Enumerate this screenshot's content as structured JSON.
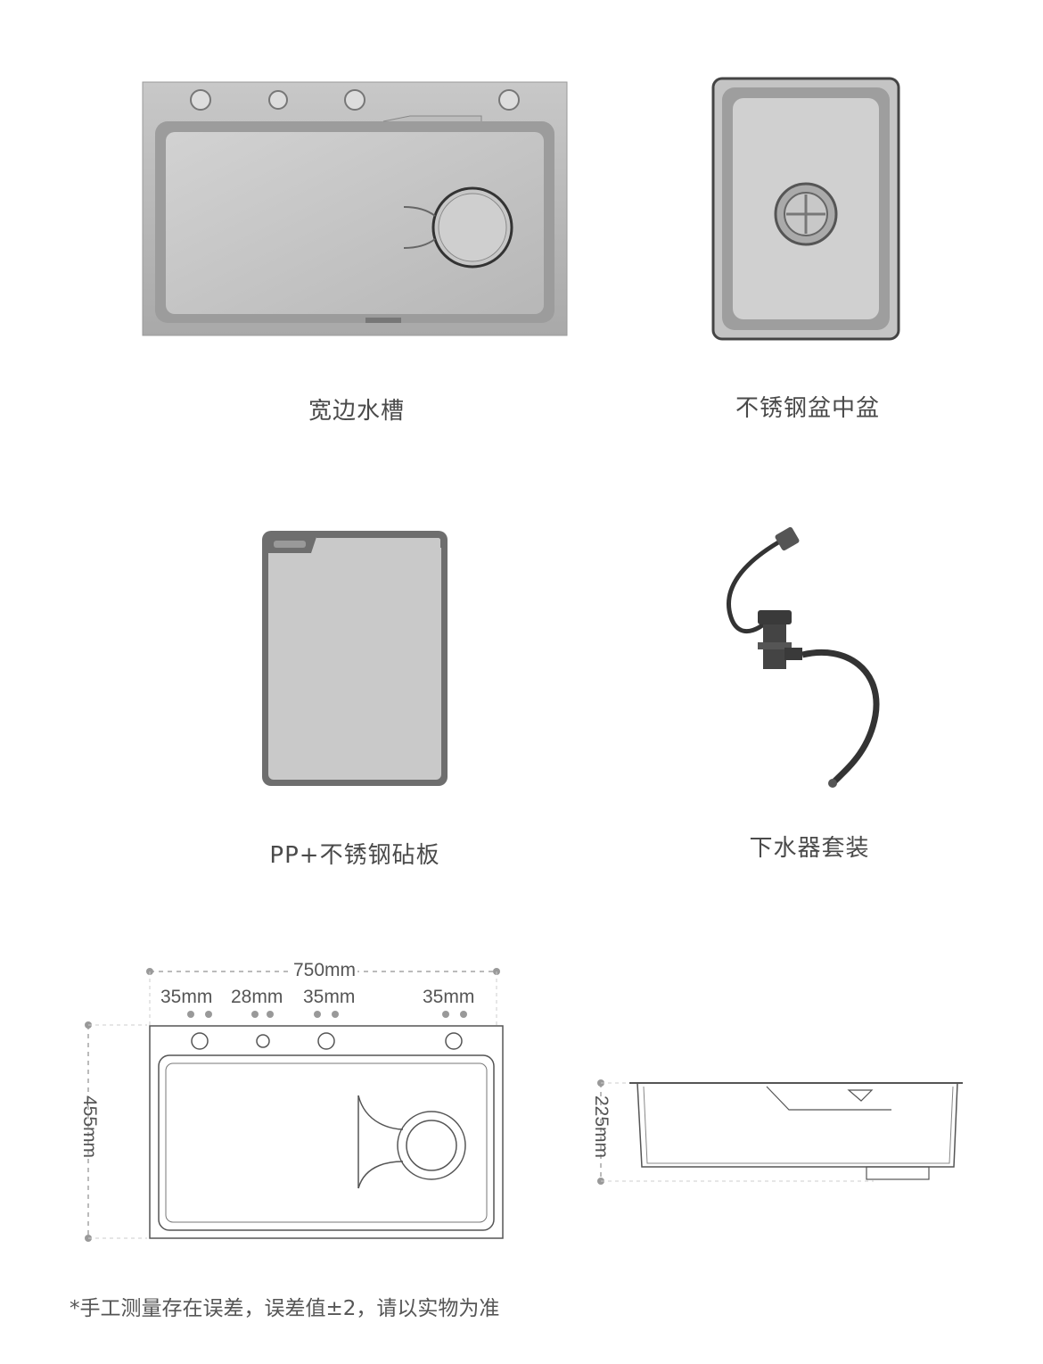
{
  "products": {
    "sink": {
      "label": "宽边水槽",
      "icon": "wide-edge-sink"
    },
    "basin": {
      "label": "不锈钢盆中盆",
      "icon": "stainless-basin"
    },
    "board": {
      "label": "PP+不锈钢砧板",
      "icon": "cutting-board"
    },
    "drain": {
      "label": "下水器套装",
      "icon": "drain-kit"
    }
  },
  "dimensions": {
    "width": "750mm",
    "hole_a": "35mm",
    "hole_b": "28mm",
    "hole_c": "35mm",
    "hole_d": "35mm",
    "height": "455mm",
    "depth": "225mm"
  },
  "note": "*手工测量存在误差，误差值±2，请以实物为准",
  "colors": {
    "steel": "#b5b5b5",
    "steel_dark": "#8f8f8f",
    "line": "#555555",
    "dim_line": "#bbbbbb"
  }
}
